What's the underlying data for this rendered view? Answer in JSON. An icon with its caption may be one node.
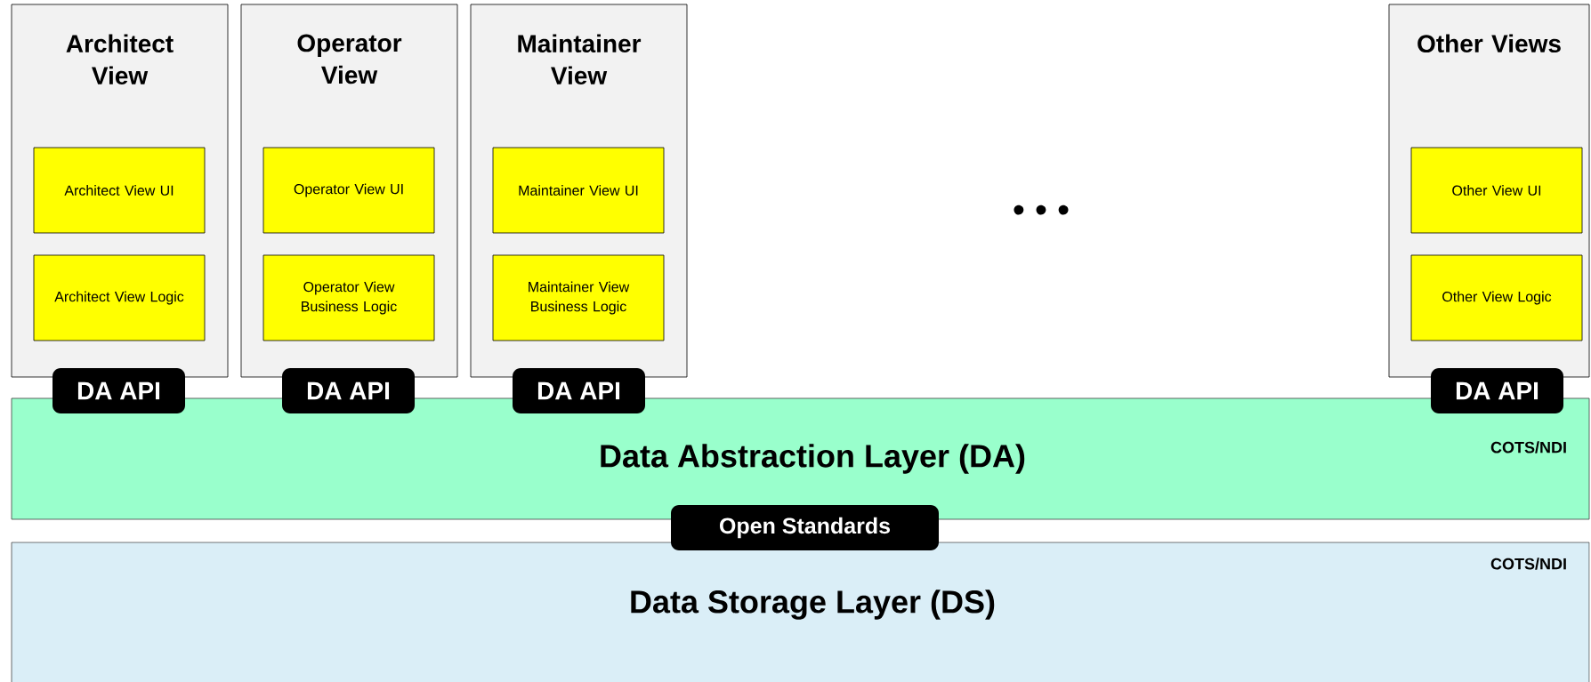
{
  "diagram": {
    "nodes": [
      {
        "text": [
          "Architect View"
        ]
      },
      {
        "text": [
          "Architect View UI"
        ],
        "in": 0
      },
      {
        "text": [
          "Architect View Logic"
        ],
        "in": 0
      },
      {
        "text": [
          "Operator View"
        ]
      },
      {
        "text": [
          "Operator View UI"
        ],
        "in": 3
      },
      {
        "text": [
          "Operator View Business Logic"
        ],
        "in": 3
      },
      {
        "text": [
          "Maintainer View"
        ]
      },
      {
        "text": [
          "Maintainer View UI"
        ],
        "in": 6
      },
      {
        "text": [
          "Maintainer View Business Logic"
        ],
        "in": 6
      },
      {
        "text": [
          "Other Views"
        ]
      },
      {
        "text": [
          "Other View UI"
        ],
        "in": 9
      },
      {
        "text": [
          "Other View Logic"
        ],
        "in": 9
      },
      {
        "text": [
          "DA API"
        ]
      },
      {
        "text": [
          "DA API"
        ]
      },
      {
        "text": [
          "DA API"
        ]
      },
      {
        "text": [
          "DA API"
        ]
      },
      {
        "text": [
          "Data Abstraction Layer (DA)",
          "COTS/NDI"
        ]
      },
      {
        "text": [
          "Open Standards"
        ]
      },
      {
        "text": [
          "Data Storage Layer (DS)",
          "COTS/NDI"
        ]
      }
    ],
    "labels": [
      "• • •"
    ]
  }
}
